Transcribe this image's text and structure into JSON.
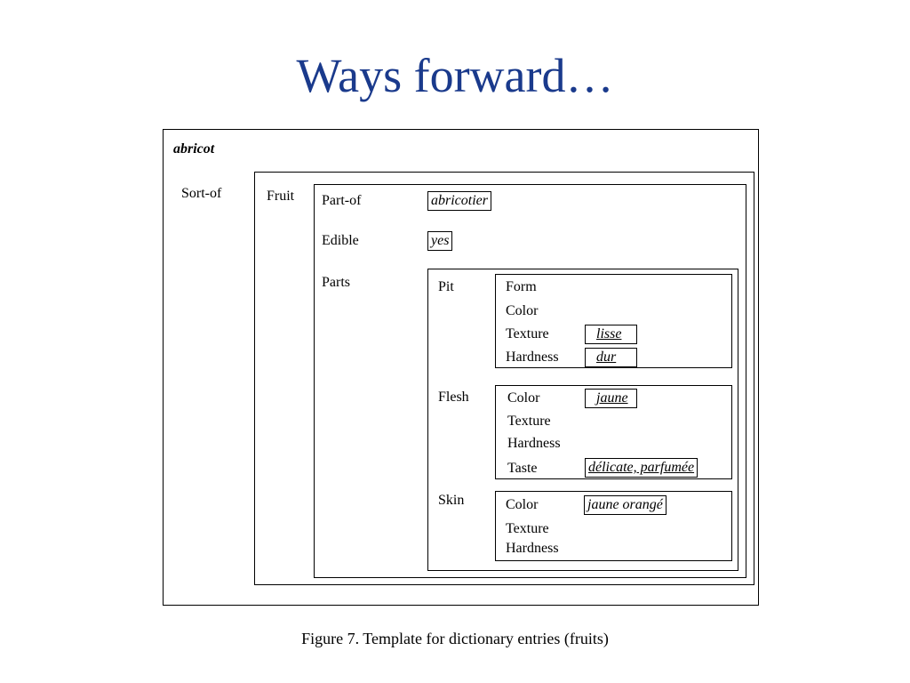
{
  "slide": {
    "title": "Ways forward…",
    "caption": "Figure 7.  Template for dictionary entries (fruits)"
  },
  "entry": {
    "headword": "abricot",
    "sort_of_label": "Sort-of",
    "category": "Fruit",
    "part_of_label": "Part-of",
    "part_of_value": "abricotier",
    "edible_label": "Edible",
    "edible_value": "yes",
    "parts_label": "Parts",
    "pit": {
      "label": "Pit",
      "form": "Form",
      "color": "Color",
      "texture": "Texture",
      "texture_value": "lisse",
      "hardness": "Hardness",
      "hardness_value": "dur"
    },
    "flesh": {
      "label": "Flesh",
      "color": "Color",
      "color_value": "jaune",
      "texture": "Texture",
      "hardness": "Hardness",
      "taste": "Taste",
      "taste_value": "délicate, parfumée"
    },
    "skin": {
      "label": "Skin",
      "color": "Color",
      "color_value": "jaune orangé",
      "texture": "Texture",
      "hardness": "Hardness"
    }
  }
}
